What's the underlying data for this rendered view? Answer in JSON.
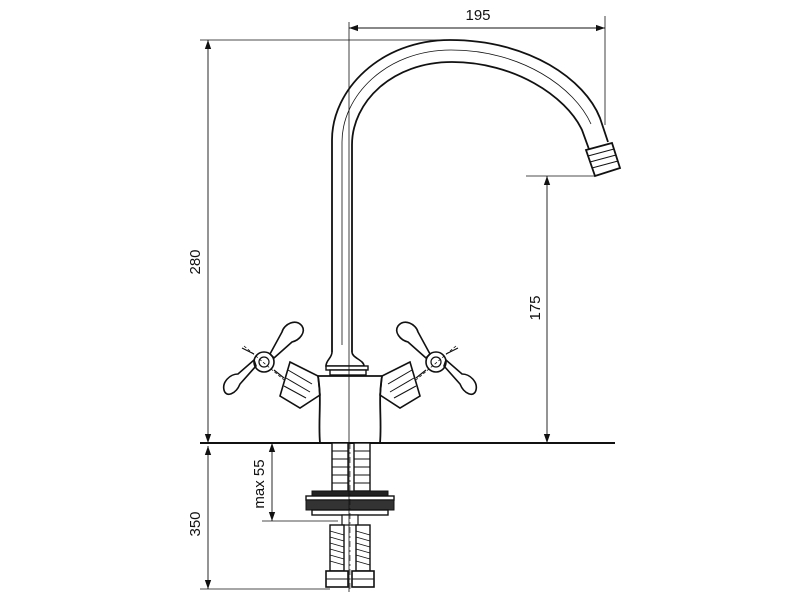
{
  "dimensions": {
    "spout_reach": "195",
    "total_height": "280",
    "spout_height": "175",
    "max_deck_thickness": "max 55",
    "hose_length": "350"
  }
}
